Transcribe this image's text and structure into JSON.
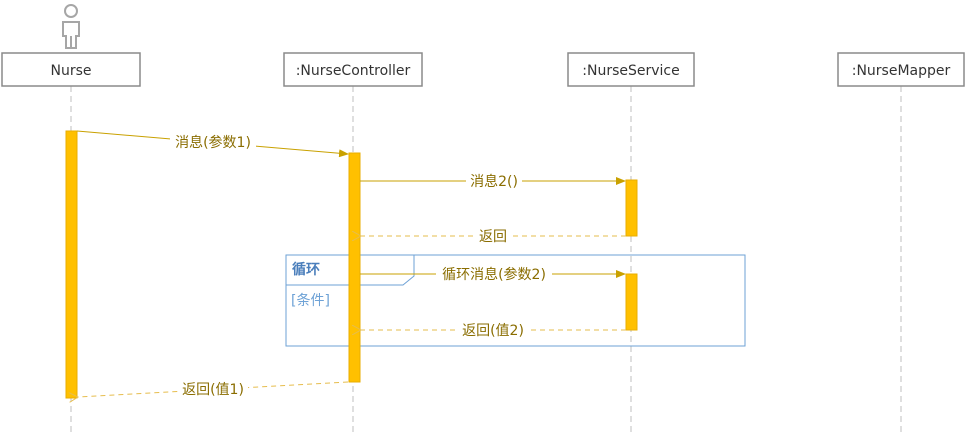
{
  "lifelines": [
    {
      "label": "Nurse"
    },
    {
      "label": ":NurseController"
    },
    {
      "label": ":NurseService"
    },
    {
      "label": ":NurseMapper"
    }
  ],
  "messages": {
    "m1": "消息(参数1)",
    "m2": "消息2()",
    "r1": "返回",
    "m3": "循环消息(参数2)",
    "r2": "返回(值2)",
    "r3": "返回(值1)"
  },
  "frame": {
    "name": "循环",
    "guard": "[条件]"
  },
  "icons": {
    "actor": "person-icon"
  },
  "colors": {
    "activation": "#ffc000",
    "message": "#c9a100",
    "frame": "#6ea2d6"
  }
}
